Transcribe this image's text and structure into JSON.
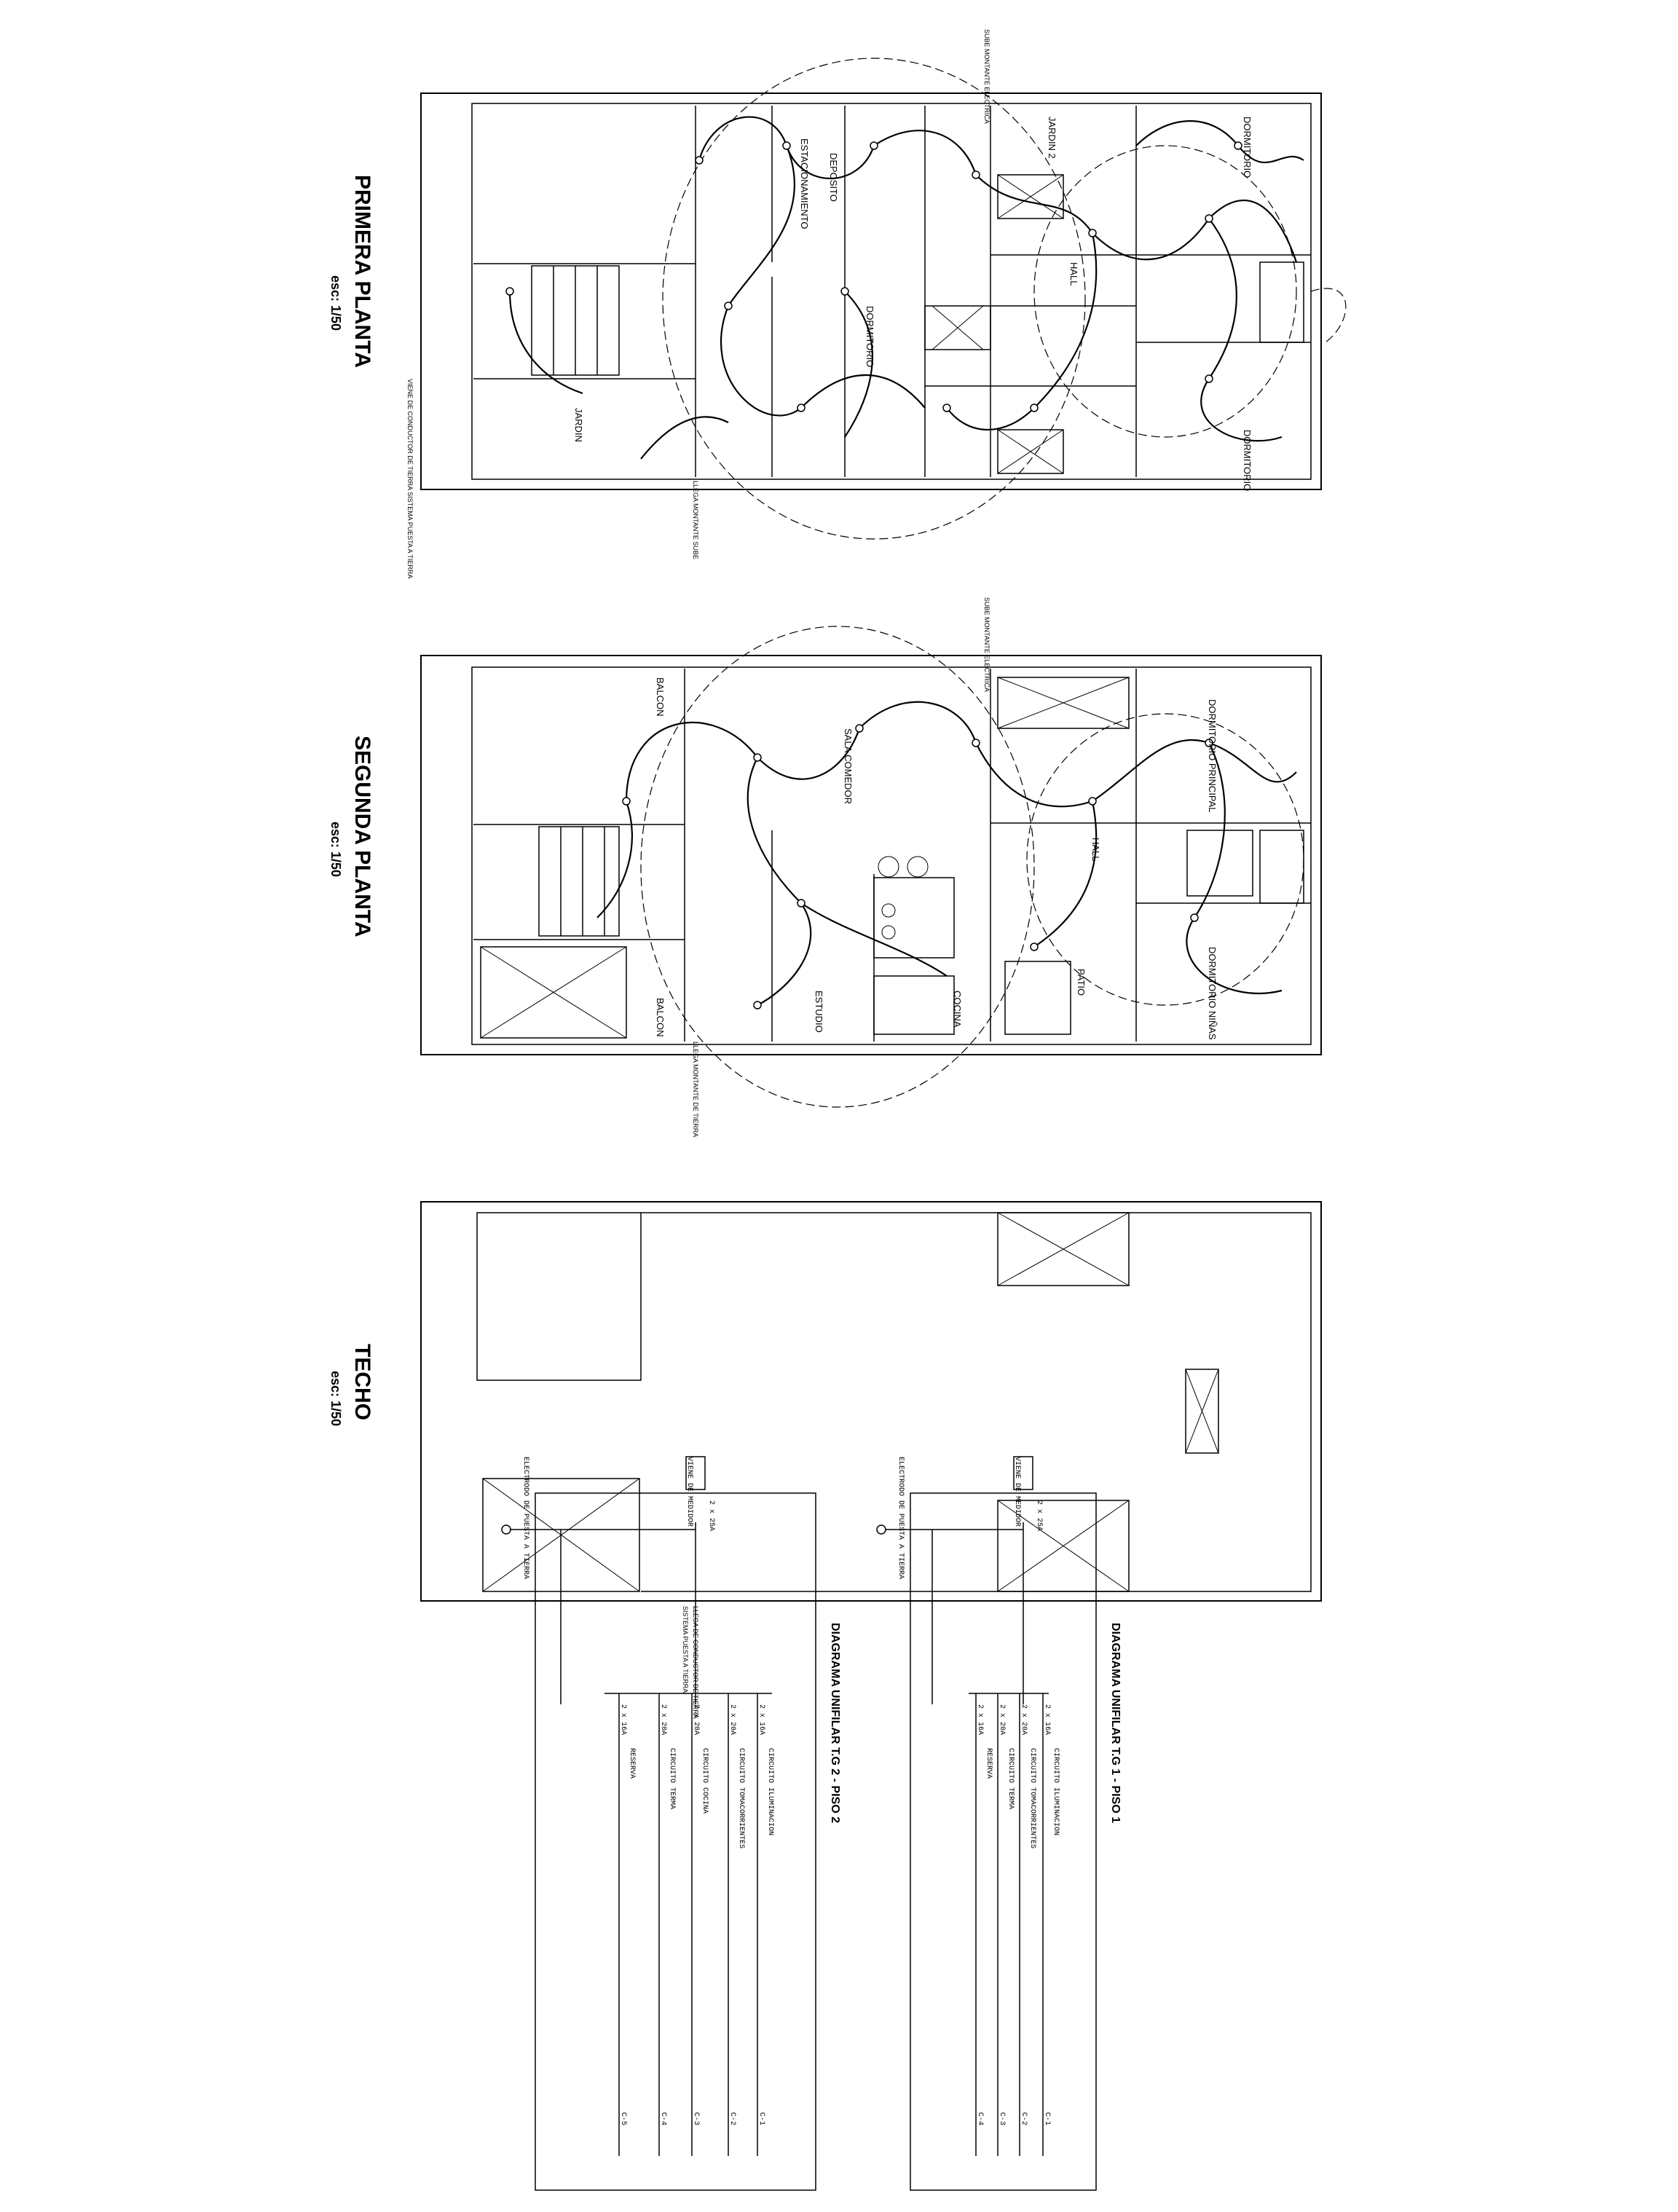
{
  "sheets": {
    "first_floor": {
      "title": "PRIMERA PLANTA",
      "scale": "esc: 1/50",
      "rooms": [
        "DORMITORIO",
        "DORMITORIO",
        "ESTACIONAMIENTO",
        "DEPOSITO",
        "JARDIN 2",
        "HALL",
        "DORMITORIO",
        "JARDIN"
      ],
      "notes": [
        "SUBE MONTANTE ELECTRICA",
        "LLEGA MONTANTE SUBE",
        "VIENE DE CONDUCTOR DE TIERRA SISTEMA PUESTA A TIERRA"
      ]
    },
    "second_floor": {
      "title": "SEGUNDA PLANTA",
      "scale": "esc: 1/50",
      "rooms": [
        "BALCON",
        "SALA COMEDOR",
        "DORMITORIO PRINCIPAL",
        "HALL",
        "DORMITORIO NIÑAS",
        "ESTUDIO",
        "COCINA",
        "PATIO",
        "BALCON"
      ],
      "notes": [
        "SUBE MONTANTE ELECTRICA",
        "LLEGA MONTANTE DE TIERRA"
      ]
    },
    "roof": {
      "title": "TECHO",
      "scale": "esc: 1/50",
      "notes": [
        "LLEGA DE CONDUCTOR DE TIERRA",
        "SISTEMA PUESTA A TIERRA"
      ]
    },
    "diagram2": {
      "title": "DIAGRAMA UNIFILAR T.G 2 - PISO 2",
      "feed": "VIENE DE MEDIDOR",
      "ground": "ELECTRODO DE PUESTA A TIERRA",
      "main_breaker": "2 x 25A",
      "circuits": [
        {
          "breaker": "2 x 16A",
          "desc": "CIRCUITO ILUMINACION",
          "id": "C-1"
        },
        {
          "breaker": "2 x 20A",
          "desc": "CIRCUITO TOMACORRIENTES",
          "id": "C-2"
        },
        {
          "breaker": "2 x 20A",
          "desc": "CIRCUITO COCINA",
          "id": "C-3"
        },
        {
          "breaker": "2 x 20A",
          "desc": "CIRCUITO TERMA",
          "id": "C-4"
        },
        {
          "breaker": "2 x 16A",
          "desc": "RESERVA",
          "id": "C-5"
        }
      ]
    },
    "diagram1": {
      "title": "DIAGRAMA UNIFILAR T.G 1 - PISO 1",
      "feed": "VIENE DE MEDIDOR",
      "ground": "ELECTRODO DE PUESTA A TIERRA",
      "main_breaker": "2 x 25A",
      "circuits": [
        {
          "breaker": "2 x 16A",
          "desc": "CIRCUITO ILUMINACION",
          "id": "C-1"
        },
        {
          "breaker": "2 x 20A",
          "desc": "CIRCUITO TOMACORRIENTES",
          "id": "C-2"
        },
        {
          "breaker": "2 x 20A",
          "desc": "CIRCUITO TERMA",
          "id": "C-3"
        },
        {
          "breaker": "2 x 16A",
          "desc": "RESERVA",
          "id": "C-4"
        }
      ]
    }
  }
}
